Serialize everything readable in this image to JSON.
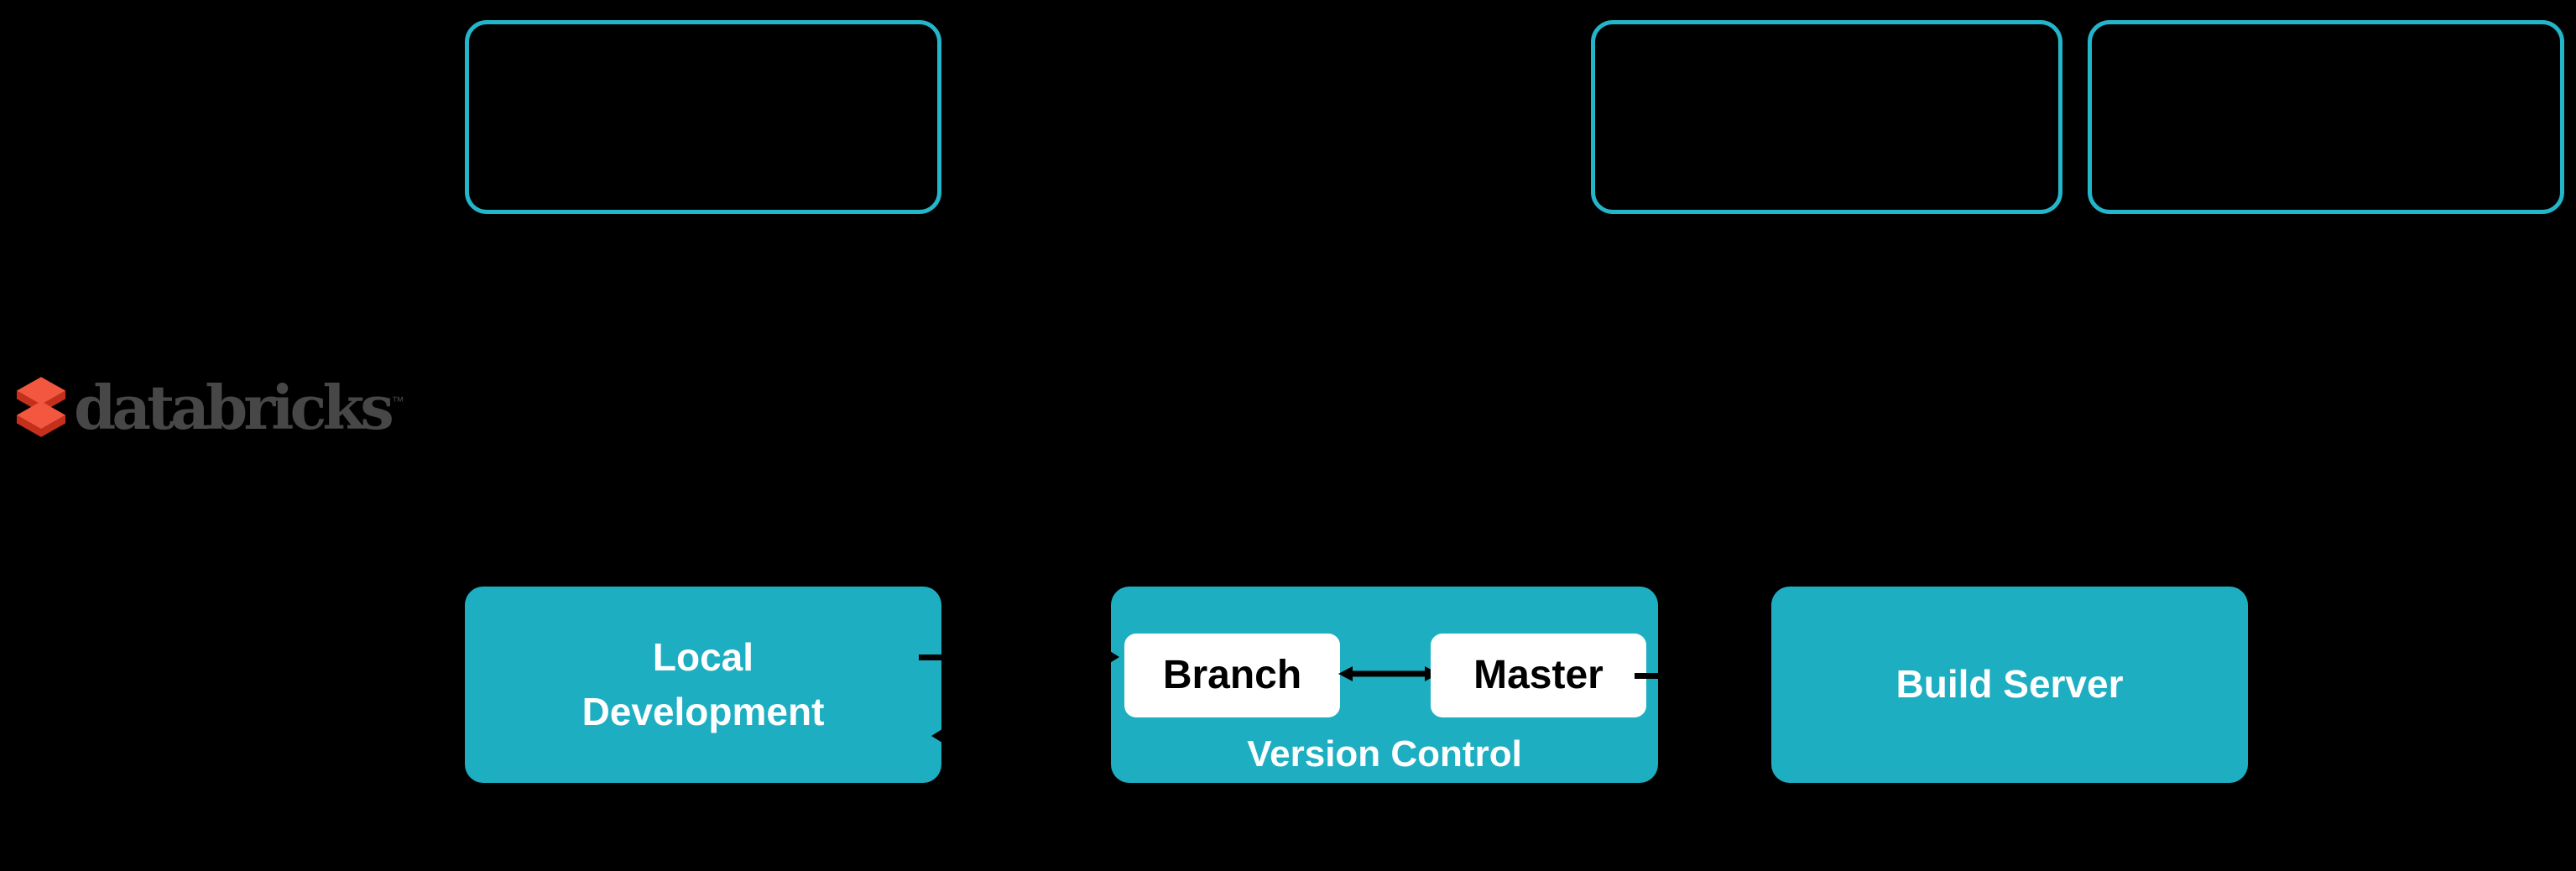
{
  "page": {
    "background": "#000000"
  },
  "colors": {
    "bg": "#000000",
    "teal_fill": "#1EAEC2",
    "teal_outline": "#23B6CA",
    "node_text": "#FFFFFF",
    "inner_box_bg": "#FFFFFF",
    "inner_box_text": "#000000",
    "arrow": "#000000",
    "logo_gray": "#474747",
    "logo_orange": "#F4573F",
    "logo_red": "#C5301D"
  },
  "logo": {
    "wordmark": "databricks",
    "trademark": "™"
  },
  "top_row": {
    "boxes": [
      {
        "label": ""
      },
      {
        "label": ""
      },
      {
        "label": ""
      }
    ]
  },
  "nodes": {
    "local_development": {
      "label": "Local\nDevelopment"
    },
    "version_control": {
      "label": "Version Control",
      "branch_label": "Branch",
      "master_label": "Master"
    },
    "build_server": {
      "label": "Build Server"
    }
  }
}
